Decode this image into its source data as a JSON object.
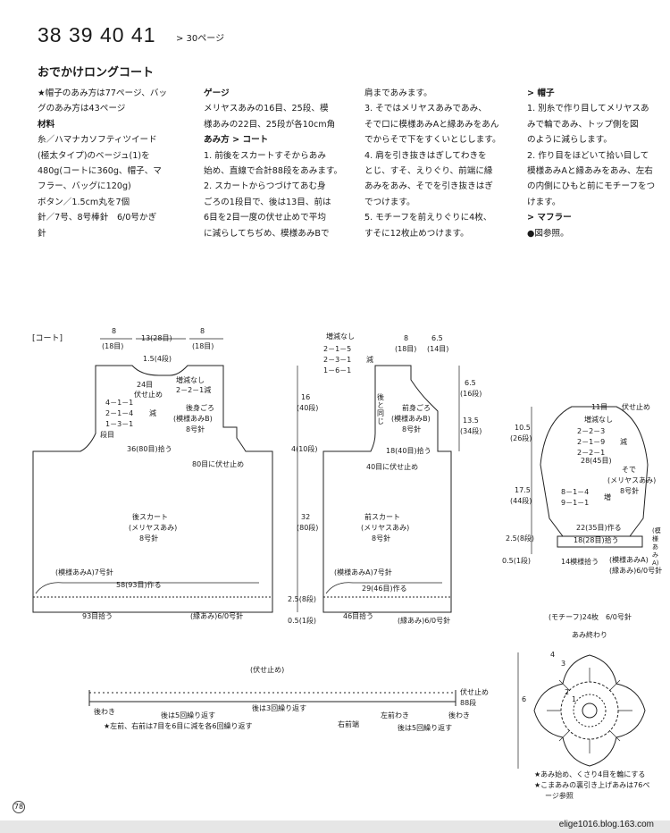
{
  "header": {
    "page_numbers": "38 39 40 41",
    "page_ref": "> 30ページ"
  },
  "title": "おでかけロングコート",
  "columns": {
    "col1": [
      "★帽子のあみ方は77ページ、バッ",
      "グのあみ方は43ページ",
      "材料",
      "糸／ハマナカソフティツイード",
      "(極太タイプ)のベージュ(1)を",
      "480g(コートに360g、帽子、マ",
      "フラー、バッグに120g)",
      "ボタン／1.5cm丸を7個",
      "針／7号、8号棒針　6/0号かぎ",
      "針"
    ],
    "col2": [
      "ゲージ",
      "メリヤスあみの16目、25段、模",
      "様あみの22目、25段が各10cm角",
      "あみ方 > コート",
      "1. 前後をスカートすそからあみ",
      "始め、直線で合計88段をあみます。",
      "2. スカートからつづけてあむ身",
      "ごろの1段目で、後は13目、前は",
      "6目を2目一度の伏せ止めで平均",
      "に減らしてちぢめ、模様あみBで"
    ],
    "col3": [
      "肩まであみます。",
      "3. そではメリヤスあみであみ、",
      "そで口に模様あみAと縁あみをあん",
      "でからそで下をすくいとじします。",
      "4. 肩を引き抜きはぎしてわきを",
      "とじ、すそ、えりぐり、前端に縁",
      "あみをあみ、そでを引き抜きはぎ",
      "でつけます。",
      "5. モチーフを前えりぐりに4枚、",
      "すそに12枚止めつけます。"
    ],
    "col4": [
      "> 帽子",
      "1. 別糸で作り目してメリヤスあ",
      "みで輪であみ、トップ側を図",
      "のように減らします。",
      "2. 作り目をほどいて拾い目して",
      "模様あみAと縁あみをあみ、左右",
      "の内側にひもと前にモチーフをつ",
      "けます。",
      "> マフラー",
      "●図参照。"
    ]
  },
  "back": {
    "section_label": "[コート]",
    "top_8_left": "8",
    "top_18_left": "(18目)",
    "top_13": "13(28目)",
    "top_8_right": "8",
    "top_18_right": "(18目)",
    "neck_15": "1.5(4段)",
    "neck_24": "24目",
    "neck_bind": "伏せ止め",
    "neck_nochange": "増減なし",
    "neck_221": "2－2－1減",
    "armhole_1": "4－1－1",
    "armhole_2": "2－1－4",
    "armhole_3": "1－3－1",
    "armhole_gen": "減",
    "armhole_side": "段目",
    "body_name": "後身ごろ",
    "body_pattern": "(模様あみB)",
    "body_needle": "8号針",
    "pickup": "36(80目)拾う",
    "bindoff80": "80目に伏せ止め",
    "skirt_name": "後スカート",
    "skirt_stitch": "(メリヤスあみ)",
    "skirt_needle": "8号針",
    "edge_pattern": "(模様あみA)7号針",
    "cast": "58(93目)作る",
    "pick93": "93目拾う",
    "edge_border": "(縁あみ)6/0号針"
  },
  "dims": {
    "h16": "16",
    "h16r": "(40段)",
    "h4": "4(10段)",
    "h32": "32",
    "h32r": "(80段)",
    "h25": "2.5(8段)",
    "h05": "0.5(1段)"
  },
  "front": {
    "shaping_head": "増減なし",
    "s1": "2－1－5",
    "s2": "2－3－1",
    "s3": "1－6－1",
    "s_gen": "減",
    "top_8": "8",
    "top_18": "(18目)",
    "top_65": "6.5",
    "top_14": "(14目)",
    "body_name": "前身ごろ",
    "body_pattern": "(模様あみB)",
    "body_needle": "8号針",
    "same_as_back": "後と同じ",
    "h65": "6.5",
    "h65r": "(16段)",
    "h135": "13.5",
    "h135r": "(34段)",
    "pickup": "18(40目)拾う",
    "bindoff40": "40目に伏せ止め",
    "skirt_name": "前スカート",
    "skirt_stitch": "(メリヤスあみ)",
    "skirt_needle": "8号針",
    "edge_pattern": "(模様あみA)7号針",
    "cast": "29(46目)作る",
    "pick46": "46目拾う",
    "edge_border": "(縁あみ)6/0号針"
  },
  "sleeve": {
    "top_11": "11目",
    "bind": "伏せ止め",
    "nochange": "増減なし",
    "r1": "2－2－3",
    "r2": "2－1－9",
    "r3": "2－2－1",
    "gen": "減",
    "c28": "28(45目)",
    "name": "そで",
    "stitch": "(メリヤスあみ)",
    "needle": "8号針",
    "inc1": "8－1－4",
    "inc2": "9－1－1",
    "inc": "増",
    "h105": "10.5",
    "h105r": "(26段)",
    "h175": "17.5",
    "h175r": "(44段)",
    "h25": "2.5(8段)",
    "h05": "0.5(1段)",
    "c22": "22(35目)作る",
    "c18": "18(28目)拾う",
    "pick14": "14模様拾う",
    "edge_pattern": "(模様あみA)",
    "edge_side": "(模様あみA)",
    "edge_hook": "(縁あみ)6/0号針"
  },
  "chart": {
    "title": "(伏せ止め)",
    "right_bind": "伏せ止め",
    "row88": "88段",
    "l_back": "後わき",
    "l_rep5": "後は5回繰り返す",
    "l_rep3": "後は3回繰り返す",
    "l_rightfront": "右前端",
    "l_leftfront": "左前わき",
    "l_rep5b": "後は5回繰り返す",
    "l_backside": "後わき",
    "note": "★左前、右前は7目を6目に減を各6回繰り返す"
  },
  "motif": {
    "title": "(モチーフ)24枚　6/0号針",
    "end": "あみ終わり",
    "row4": "4",
    "row3": "3",
    "row2": "2",
    "row1": "1",
    "size": "6",
    "note1": "★あみ始め、くさり4目を輪にする",
    "note2": "★こまあみの裏引き上げあみは76ペ",
    "note3": "ージ参照"
  },
  "footer": {
    "page": "78",
    "url": "elige1016.blog.163.com"
  }
}
